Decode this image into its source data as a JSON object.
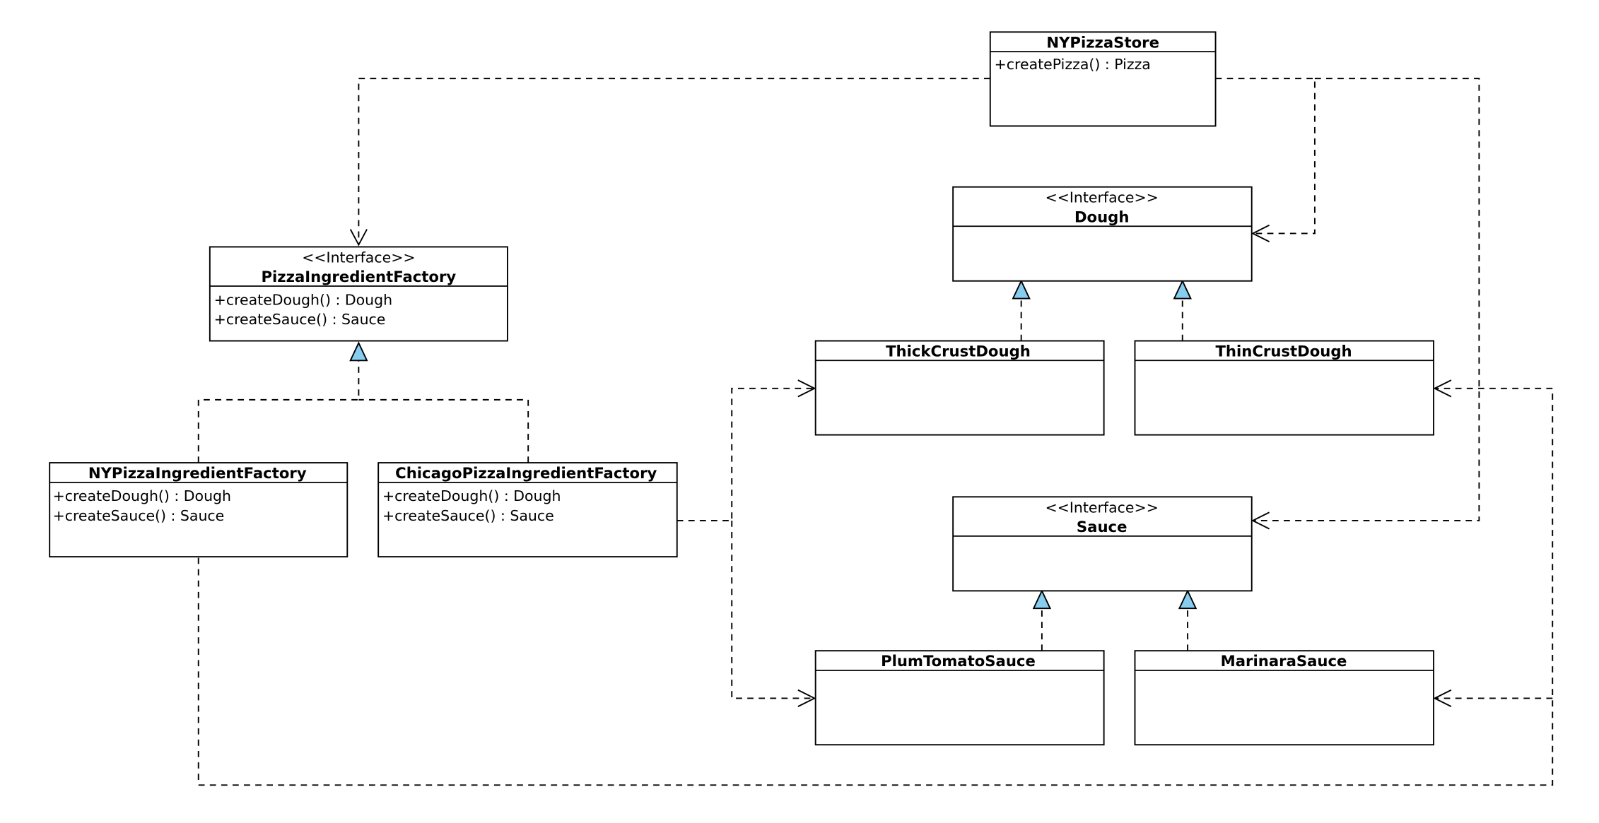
{
  "diagram": {
    "classes": {
      "ny_store": {
        "name": "NYPizzaStore",
        "stereotype": "",
        "members": [
          "+createPizza() : Pizza"
        ]
      },
      "dough": {
        "name": "Dough",
        "stereotype": "<<Interface>>",
        "members": []
      },
      "ingredient_factory": {
        "name": "PizzaIngredientFactory",
        "stereotype": "<<Interface>>",
        "members": [
          "+createDough() : Dough",
          "+createSauce() : Sauce"
        ]
      },
      "thick_crust": {
        "name": "ThickCrustDough",
        "stereotype": "",
        "members": []
      },
      "thin_crust": {
        "name": "ThinCrustDough",
        "stereotype": "",
        "members": []
      },
      "ny_factory": {
        "name": "NYPizzaIngredientFactory",
        "stereotype": "",
        "members": [
          "+createDough() : Dough",
          "+createSauce() : Sauce"
        ]
      },
      "chicago_factory": {
        "name": "ChicagoPizzaIngredientFactory",
        "stereotype": "",
        "members": [
          "+createDough() : Dough",
          "+createSauce() : Sauce"
        ]
      },
      "sauce": {
        "name": "Sauce",
        "stereotype": "<<Interface>>",
        "members": []
      },
      "plum_tomato": {
        "name": "PlumTomatoSauce",
        "stereotype": "",
        "members": []
      },
      "marinara": {
        "name": "MarinaraSauce",
        "stereotype": "",
        "members": []
      }
    },
    "colors": {
      "line": "#000000",
      "realization_head": "#87cdf0",
      "box_fill": "#ffffff"
    }
  }
}
